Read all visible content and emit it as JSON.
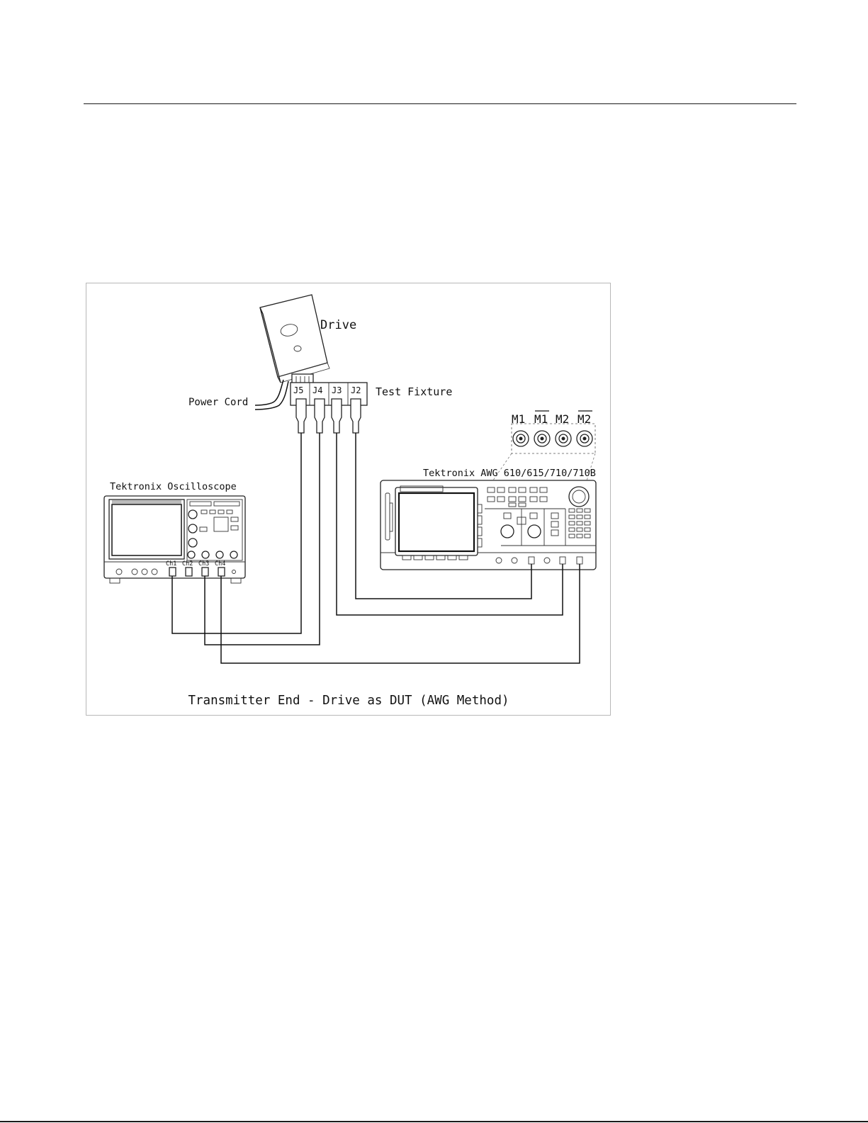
{
  "diagram": {
    "caption": "Transmitter End - Drive as DUT (AWG Method)",
    "labels": {
      "drive": "Drive",
      "test_fixture": "Test Fixture",
      "power_cord": "Power Cord",
      "oscilloscope": "Tektronix Oscilloscope",
      "awg": "Tektronix AWG 610/615/710/710B"
    },
    "fixture_ports": [
      "J5",
      "J4",
      "J3",
      "J2"
    ],
    "marker_ports": [
      "M1",
      "M1",
      "M2",
      "M2"
    ],
    "marker_overlines": [
      false,
      true,
      false,
      true
    ],
    "scope_channels": [
      "Ch1",
      "Ch2",
      "Ch3",
      "Ch4"
    ],
    "connections": [
      {
        "from": "J5",
        "to": "Ch1"
      },
      {
        "from": "J4",
        "to": "Ch3"
      },
      {
        "from": "J3",
        "to": "AWG output 2"
      },
      {
        "from": "J2",
        "to": "AWG output 1"
      },
      {
        "from": "AWG output 3",
        "to": "Ch4"
      }
    ]
  }
}
